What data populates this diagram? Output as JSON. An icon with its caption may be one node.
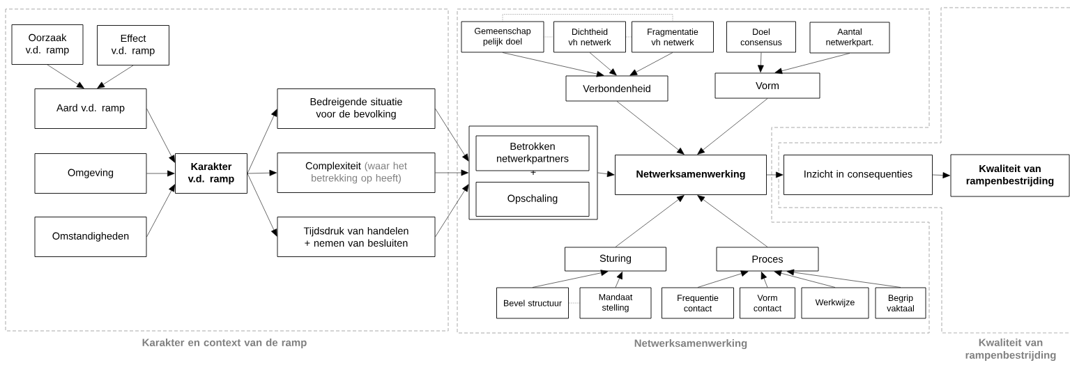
{
  "diagram": {
    "nodes": [
      {
        "text": [
          "Oorzaak v.d. ramp"
        ]
      },
      {
        "text": [
          "Effect v.d. ramp"
        ]
      },
      {
        "text": [
          "Aard v.d. ramp"
        ]
      },
      {
        "text": [
          "Omgeving"
        ]
      },
      {
        "text": [
          "Omstandigheden"
        ]
      },
      {
        "text": [
          "Karakter v.d. ramp"
        ]
      },
      {
        "text": [
          "Bedreigende situatie voor de bevolking"
        ]
      },
      {
        "text": [
          "Complexiteit",
          "(waar het betrekking op heeft)"
        ]
      },
      {
        "text": [
          "Tijdsdruk van handelen + nemen van besluiten"
        ]
      },
      {
        "text": [
          "+"
        ]
      },
      {
        "text": [
          "Betrokken netwerkpartners"
        ],
        "in": 9
      },
      {
        "text": [
          "Opschaling"
        ],
        "in": 9
      },
      {
        "text": [
          "Gemeenschap pelijk doel"
        ]
      },
      {
        "text": [
          "Dichtheid vh netwerk"
        ]
      },
      {
        "text": [
          "Fragmentatie vh netwerk"
        ]
      },
      {
        "text": [
          "Doel consensus"
        ]
      },
      {
        "text": [
          "Aantal netwerkpart."
        ]
      },
      {
        "text": [
          "Verbondenheid"
        ]
      },
      {
        "text": [
          "Vorm"
        ]
      },
      {
        "text": [
          "Netwerksamenwerking"
        ]
      },
      {
        "text": [
          "Inzicht in consequenties"
        ]
      },
      {
        "text": [
          "Kwaliteit van rampenbestrijding"
        ]
      },
      {
        "text": [
          "Sturing"
        ]
      },
      {
        "text": [
          "Proces"
        ]
      },
      {
        "text": [
          "Bevel structuur"
        ]
      },
      {
        "text": [
          "Mandaat stelling"
        ]
      },
      {
        "text": [
          "Frequentie contact"
        ]
      },
      {
        "text": [
          "Vorm contact"
        ]
      },
      {
        "text": [
          "Werkwijze"
        ]
      },
      {
        "text": [
          "Begrip vaktaal"
        ]
      }
    ],
    "edges": [
      {
        "from": 0,
        "to": 2,
        "arrow": "to"
      },
      {
        "from": 1,
        "to": 2,
        "arrow": "to"
      },
      {
        "from": 2,
        "to": 5,
        "arrow": "to"
      },
      {
        "from": 3,
        "to": 5,
        "arrow": "to"
      },
      {
        "from": 4,
        "to": 5,
        "arrow": "to"
      },
      {
        "from": 5,
        "to": 6,
        "arrow": "to"
      },
      {
        "from": 5,
        "to": 7,
        "arrow": "to"
      },
      {
        "from": 5,
        "to": 8,
        "arrow": "to"
      },
      {
        "from": 6,
        "to": 9,
        "arrow": "to"
      },
      {
        "from": 7,
        "to": 9,
        "arrow": "to"
      },
      {
        "from": 8,
        "to": 9,
        "arrow": "to"
      },
      {
        "from": 9,
        "to": 19,
        "arrow": "to"
      },
      {
        "from": 12,
        "to": 17,
        "arrow": "to"
      },
      {
        "from": 13,
        "to": 17,
        "arrow": "to"
      },
      {
        "from": 14,
        "to": 17,
        "arrow": "to"
      },
      {
        "from": 15,
        "to": 18,
        "arrow": "to"
      },
      {
        "from": 16,
        "to": 18,
        "arrow": "to"
      },
      {
        "from": 17,
        "to": 19,
        "arrow": "to"
      },
      {
        "from": 18,
        "to": 19,
        "arrow": "to"
      },
      {
        "from": 22,
        "to": 19,
        "arrow": "to"
      },
      {
        "from": 23,
        "to": 19,
        "arrow": "to"
      },
      {
        "from": 24,
        "to": 22,
        "arrow": "to"
      },
      {
        "from": 25,
        "to": 22,
        "arrow": "to"
      },
      {
        "from": 26,
        "to": 23,
        "arrow": "to"
      },
      {
        "from": 27,
        "to": 23,
        "arrow": "to"
      },
      {
        "from": 28,
        "to": 23,
        "arrow": "to"
      },
      {
        "from": 29,
        "to": 23,
        "arrow": "to"
      },
      {
        "from": 19,
        "to": 20,
        "arrow": "to"
      },
      {
        "from": 20,
        "to": 21,
        "arrow": "to"
      },
      {
        "from": 12,
        "to": 13,
        "arrow": "none",
        "style": "dashed"
      },
      {
        "from": 13,
        "to": 14,
        "arrow": "none",
        "style": "dashed"
      },
      {
        "from": 12,
        "to": 14,
        "arrow": "none",
        "style": "dashed"
      },
      {
        "from": 24,
        "to": 25,
        "arrow": "none",
        "style": "dashed"
      }
    ],
    "labels": [
      "Karakter en context van de ramp",
      "Netwerksamenwerking",
      "Kwaliteit van rampenbestrijding"
    ]
  }
}
